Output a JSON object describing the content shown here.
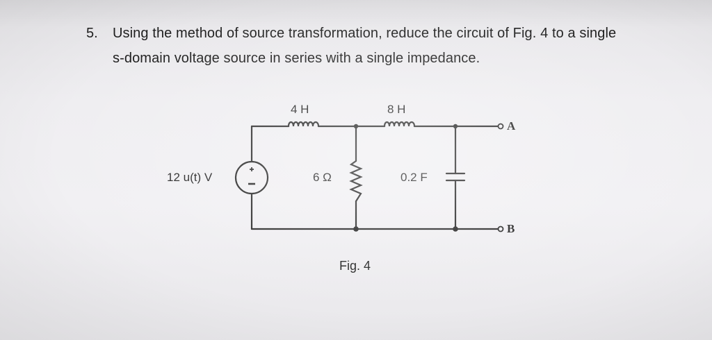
{
  "question": {
    "number": "5.",
    "line1": "Using the method of source transformation, reduce the circuit of Fig. 4 to a single",
    "line2": "s-domain voltage source in series with a single impedance."
  },
  "circuit": {
    "source_label": "12 u(t) V",
    "inductor1_label": "4 H",
    "inductor2_label": "8 H",
    "resistor_label": "6 Ω",
    "capacitor_label": "0.2 F",
    "terminal_a": "A",
    "terminal_b": "B"
  },
  "caption": "Fig. 4"
}
